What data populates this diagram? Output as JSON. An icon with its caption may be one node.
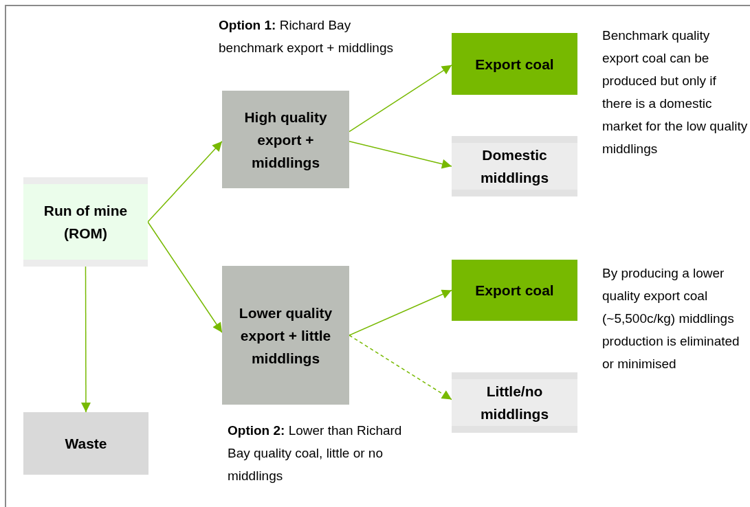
{
  "diagram": {
    "nodes": [
      {
        "text": [
          "Run of mine (ROM)"
        ]
      },
      {
        "text": [
          "High quality export + middlings"
        ]
      },
      {
        "text": [
          "Lower quality export + little middlings"
        ]
      },
      {
        "text": [
          "Waste"
        ]
      },
      {
        "text": [
          "Export coal"
        ]
      },
      {
        "text": [
          "Domestic middlings"
        ]
      },
      {
        "text": [
          "Export coal"
        ]
      },
      {
        "text": [
          "Little/no middlings"
        ]
      }
    ],
    "edges": [
      {
        "from": 0,
        "to": 1,
        "arrow": "to"
      },
      {
        "from": 0,
        "to": 2,
        "arrow": "to"
      },
      {
        "from": 0,
        "to": 3,
        "arrow": "to"
      },
      {
        "from": 1,
        "to": 4,
        "arrow": "to"
      },
      {
        "from": 1,
        "to": 5,
        "arrow": "to"
      },
      {
        "from": 2,
        "to": 6,
        "arrow": "to"
      },
      {
        "from": 2,
        "to": 7,
        "arrow": "to",
        "style": "dashed"
      }
    ],
    "labels": [
      "**Option 1:** Richard Bay benchmark export + middlings",
      "Benchmark quality export coal can be produced but only if there is a domestic market for the low quality middlings",
      "By producing a lower quality export coal (~5,500c/kg) middlings production is eliminated or minimised",
      "**Option 2:** Lower than Richard Bay quality coal, little or no middlings"
    ]
  }
}
